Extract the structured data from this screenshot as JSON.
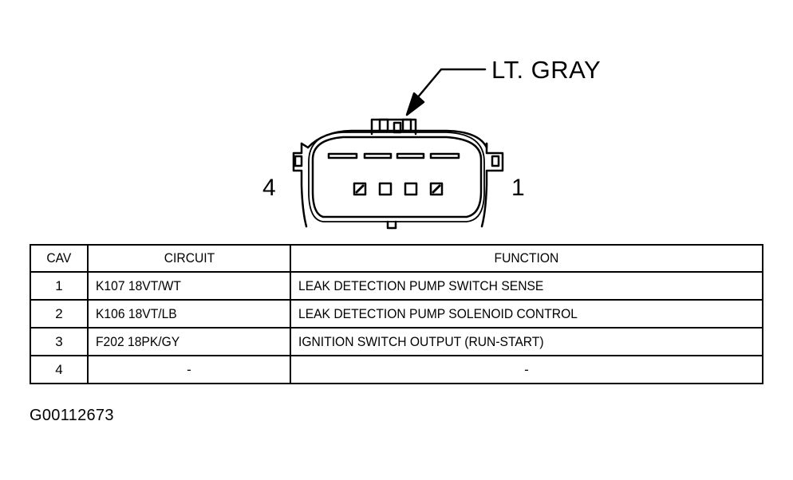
{
  "connector": {
    "color_callout": "LT. GRAY",
    "pin_left": "4",
    "pin_right": "1"
  },
  "table": {
    "headers": {
      "cav": "CAV",
      "circuit": "CIRCUIT",
      "function": "FUNCTION"
    },
    "rows": [
      {
        "cav": "1",
        "circuit": "K107 18VT/WT",
        "function": "LEAK DETECTION PUMP SWITCH SENSE"
      },
      {
        "cav": "2",
        "circuit": "K106 18VT/LB",
        "function": "LEAK DETECTION PUMP SOLENOID CONTROL"
      },
      {
        "cav": "3",
        "circuit": "F202 18PK/GY",
        "function": "IGNITION SWITCH OUTPUT (RUN-START)"
      },
      {
        "cav": "4",
        "circuit": "-",
        "function": "-"
      }
    ]
  },
  "figure_id": "G00112673"
}
